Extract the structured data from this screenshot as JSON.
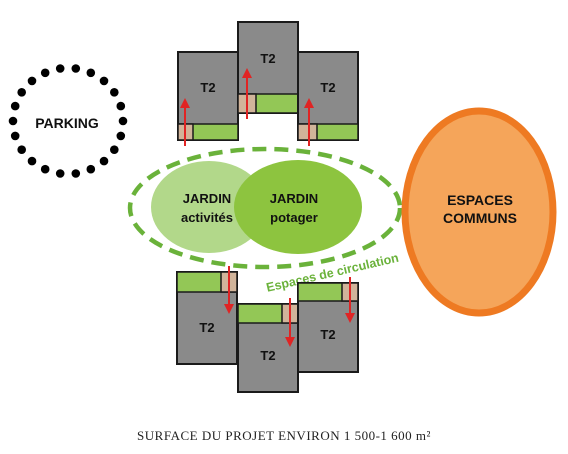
{
  "parking": {
    "label": "PARKING"
  },
  "units_top": [
    {
      "label": "T2"
    },
    {
      "label": "T2"
    },
    {
      "label": "T2"
    }
  ],
  "units_bottom": [
    {
      "label": "T2"
    },
    {
      "label": "T2"
    },
    {
      "label": "T2"
    }
  ],
  "garden_activities": {
    "line1": "JARDIN",
    "line2": "activités"
  },
  "garden_vegetable": {
    "line1": "JARDIN",
    "line2": "potager"
  },
  "circulation": {
    "label": "Espaces  de  circulation"
  },
  "common_spaces": {
    "line1": "ESPACES",
    "line2": "COMMUNS"
  },
  "caption": {
    "text": "SURFACE DU PROJET ENVIRON 1 500-1 600 m²"
  },
  "colors": {
    "unit_fill": "#8a8a8a",
    "terrace_green": "#93c756",
    "entry_tan": "#d1b49a",
    "arrow_red": "#e02424",
    "garden_light": "#b2d88a",
    "garden_dark": "#8dc43f",
    "circulation_green": "#6ab23a",
    "common_fill": "#f5a55a",
    "common_stroke": "#ee7a22",
    "parking_dots": "#000000"
  }
}
